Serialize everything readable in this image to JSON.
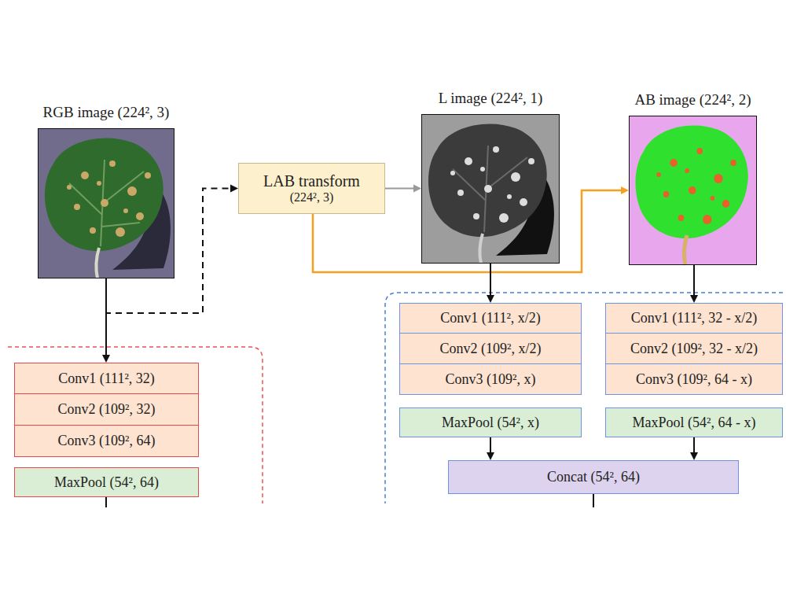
{
  "diagram": {
    "nodes": [
      {
        "text": [
          "RGB image (224², 3)"
        ]
      },
      {
        "text": [
          "LAB transform",
          "(224², 3)"
        ]
      },
      {
        "text": [
          "L image (224², 1)"
        ]
      },
      {
        "text": [
          "AB image (224², 2)"
        ]
      },
      {
        "text": [
          "Conv1 (111², 32)"
        ]
      },
      {
        "text": [
          "Conv2 (109², 32)"
        ]
      },
      {
        "text": [
          "Conv3 (109², 64)"
        ]
      },
      {
        "text": [
          "MaxPool (54², 64)"
        ]
      },
      {
        "text": [
          "Conv1 (111², x/2)"
        ]
      },
      {
        "text": [
          "Conv2 (109², x/2)"
        ]
      },
      {
        "text": [
          "Conv3 (109², x)"
        ]
      },
      {
        "text": [
          "MaxPool (54², x)"
        ]
      },
      {
        "text": [
          "Conv1 (111², 32 - x/2)"
        ]
      },
      {
        "text": [
          "Conv2 (109², 32 - x/2)"
        ]
      },
      {
        "text": [
          "Conv3 (109², 64 - x)"
        ]
      },
      {
        "text": [
          "MaxPool (54², 64 - x)"
        ]
      },
      {
        "text": [
          "Concat (54², 64)"
        ]
      }
    ],
    "edges": [
      {
        "from": 0,
        "to": 4,
        "arrow": "to"
      },
      {
        "from": 0,
        "to": 1,
        "arrow": "to"
      },
      {
        "from": 1,
        "to": 2,
        "arrow": "to"
      },
      {
        "from": 1,
        "to": 3,
        "arrow": "to"
      },
      {
        "from": 2,
        "to": 8,
        "arrow": "to"
      },
      {
        "from": 3,
        "to": 12,
        "arrow": "to"
      },
      {
        "from": 11,
        "to": 16,
        "arrow": "to"
      },
      {
        "from": 15,
        "to": 16,
        "arrow": "to"
      }
    ]
  }
}
